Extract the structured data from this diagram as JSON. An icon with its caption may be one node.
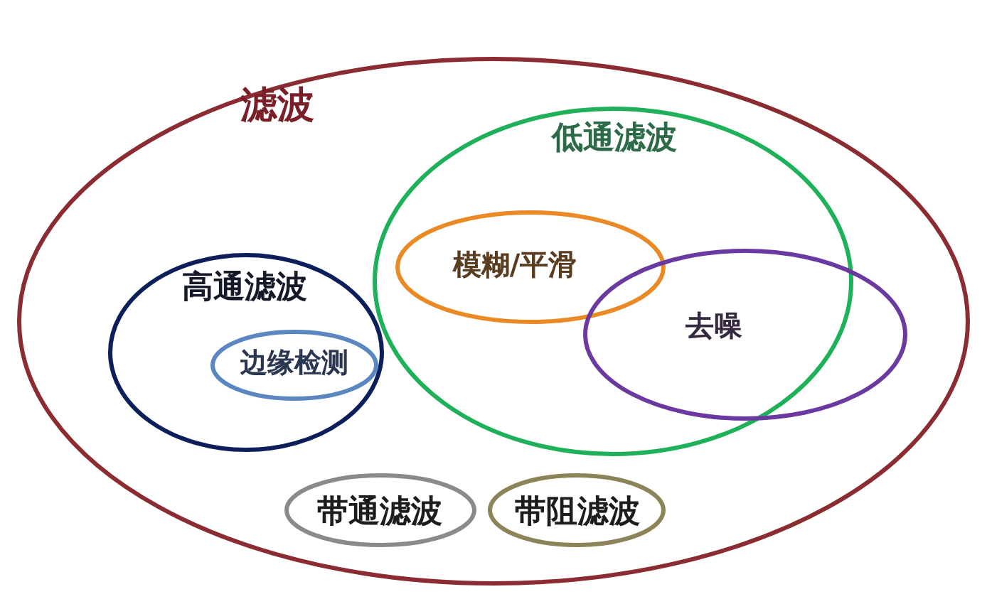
{
  "diagram": {
    "nodes": [
      {
        "text": [
          "滤波"
        ]
      },
      {
        "text": [
          "低通滤波"
        ],
        "in": 0
      },
      {
        "text": [
          "模糊/平滑"
        ],
        "in": 1
      },
      {
        "text": [
          "去噪"
        ],
        "in": 0
      },
      {
        "text": [
          "高通滤波"
        ],
        "in": 0
      },
      {
        "text": [
          "边缘检测"
        ],
        "in": 4
      },
      {
        "text": [
          "带通滤波"
        ],
        "in": 0
      },
      {
        "text": [
          "带阻滤波"
        ],
        "in": 0
      }
    ]
  }
}
